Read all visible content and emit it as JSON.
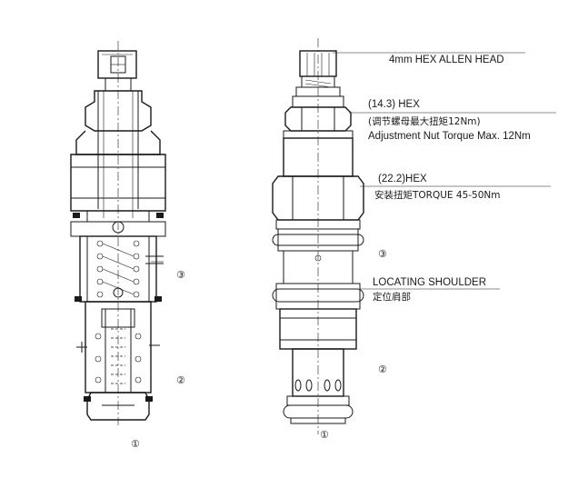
{
  "callouts": {
    "hex_allen_head": "4mm HEX ALLEN HEAD",
    "adj_hex": "(14.3) HEX",
    "adj_hex_cn": "(调节螺母最大扭矩12Nm)",
    "adj_torque": "Adjustment Nut Torque Max. 12Nm",
    "body_hex": "(22.2)HEX",
    "body_torque": "安装扭矩TORQUE 45-50Nm",
    "shoulder": "LOCATING SHOULDER",
    "shoulder_cn": "定位肩部"
  },
  "ports": {
    "port1": "①",
    "port2": "②",
    "port3": "③"
  }
}
